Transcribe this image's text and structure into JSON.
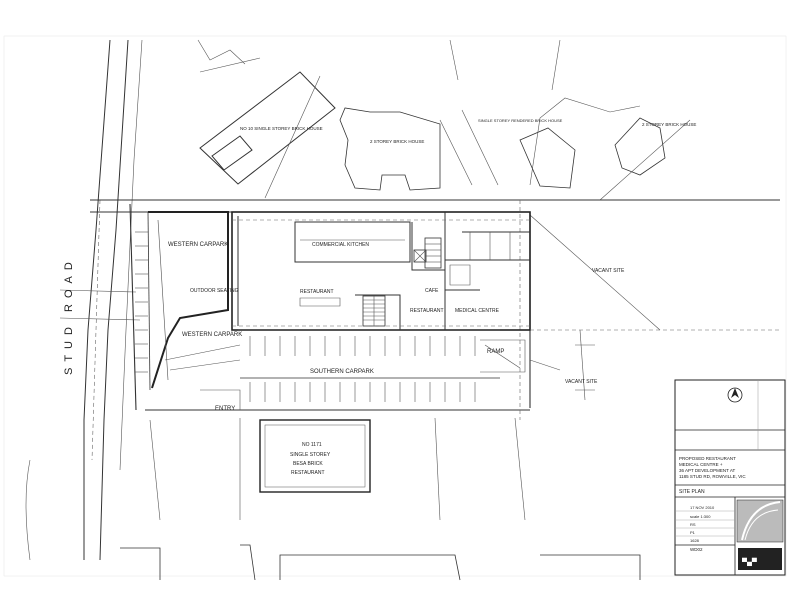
{
  "labels": {
    "road": "STUD ROAD",
    "western_carpark_top": "WESTERN CARPARK",
    "western_carpark_bottom": "WESTERN CARPARK",
    "outdoor_seating": "OUTDOOR SEATING",
    "commercial_kitchen": "COMMERCIAL KITCHEN",
    "restaurant_main": "RESTAURANT",
    "restaurant_east": "RESTAURANT",
    "cafe": "CAFE",
    "medical_centre": "MEDICAL CENTRE",
    "southern_carpark": "SOUTHERN CARPARK",
    "ramp": "RAMP",
    "entry": "ENTRY",
    "vacant_site_upper": "VACANT SITE",
    "vacant_site_lower": "VACANT SITE",
    "house_no10": "NO 10 SINGLE STOREY BRICK HOUSE",
    "house_2storey": "2 STOREY BRICK HOUSE",
    "house_rendered": "SINGLE STOREY RENDERED BRICK HOUSE",
    "house_2storey_right": "2 STOREY BRICK HOUSE",
    "no1171": "NO 1171",
    "single_storey_mid": "SINGLE STOREY",
    "besa_brick": "BESA BRICK",
    "restaurant_south": "RESTAURANT"
  },
  "title_block": {
    "project_line1": "PROPOSED RESTAURANT",
    "project_line2": "MEDICAL CENTRE +",
    "project_line3": "36 APT DEVELOPMENT AT",
    "project_line4": "1185 STUD RD, ROWVILLE, VIC",
    "sheet_title": "SITE PLAN",
    "date": "17 NOV 2010",
    "scale": "scale 1:300",
    "drawn": "RS",
    "rev": "P1",
    "job": "1628",
    "drawing_no": "WD02"
  },
  "icons": [
    "north-arrow-icon",
    "stair-icon",
    "lift-icon",
    "logo-mark"
  ]
}
